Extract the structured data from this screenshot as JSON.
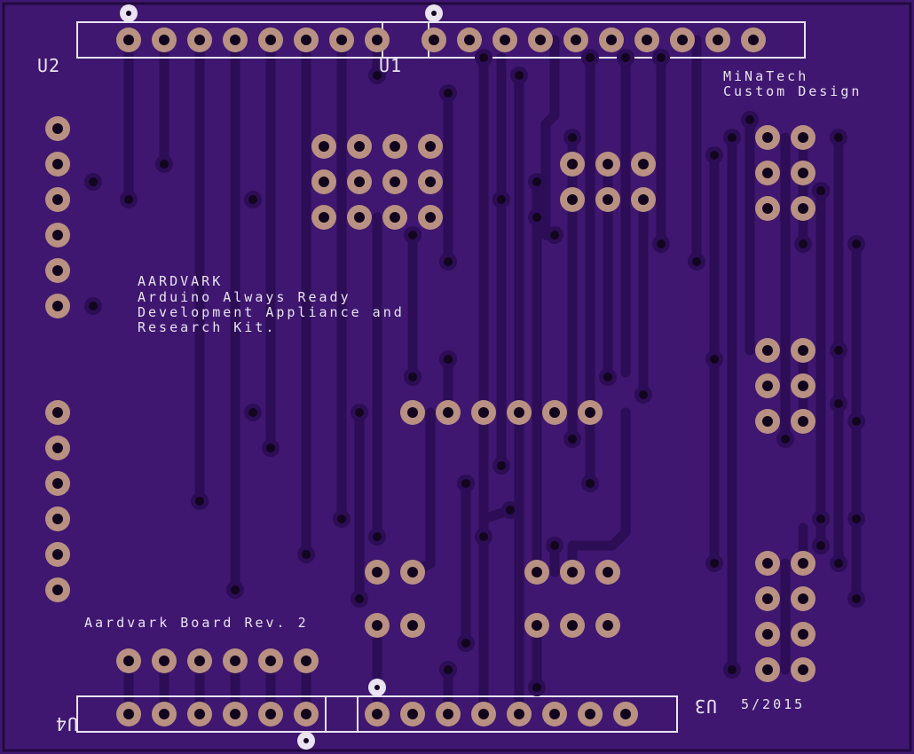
{
  "colors": {
    "board": "#3f1770",
    "trace": "#2c0d56",
    "pad": "#b99182",
    "hole": "#12051e",
    "silkscreen": "#e9e3f2",
    "edge": "#230a3e"
  },
  "silkscreen": {
    "u1_label": "U1",
    "u2_label": "U2",
    "u3_label": "U3",
    "u4_label": "U4",
    "company_line1": "MiNaTech",
    "company_line2": "Custom Design",
    "title_line1": "AARDVARK",
    "title_line2": "Arduino Always Ready",
    "title_line3": "Development Appliance and",
    "title_line4": "Research Kit.",
    "revision": "Aardvark Board Rev. 2",
    "date": "5/2015"
  }
}
